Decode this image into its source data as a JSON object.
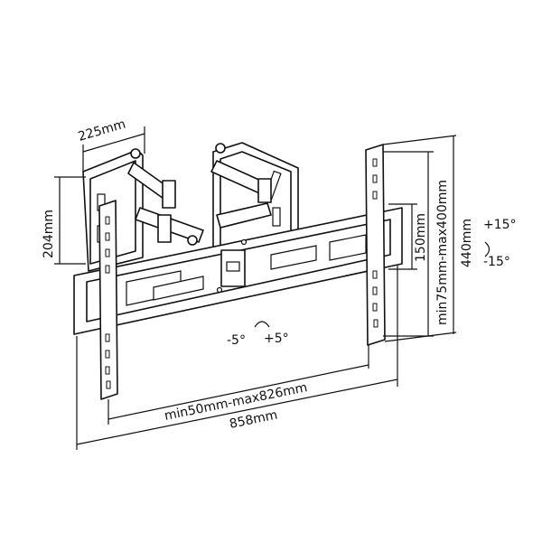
{
  "title": "TV wall mount dimensions",
  "labels": {
    "arm_depth": "225mm",
    "wall_plate_height": "204mm",
    "rail_height": "150mm",
    "vertical_hole_range": "min75mm-max400mm",
    "strip_height": "440mm",
    "tilt_up": "+15°",
    "tilt_down": "-15°",
    "swivel_left": "-5°",
    "swivel_right": "+5°",
    "horizontal_hole_range": "min50mm-max826mm",
    "total_width": "858mm"
  }
}
